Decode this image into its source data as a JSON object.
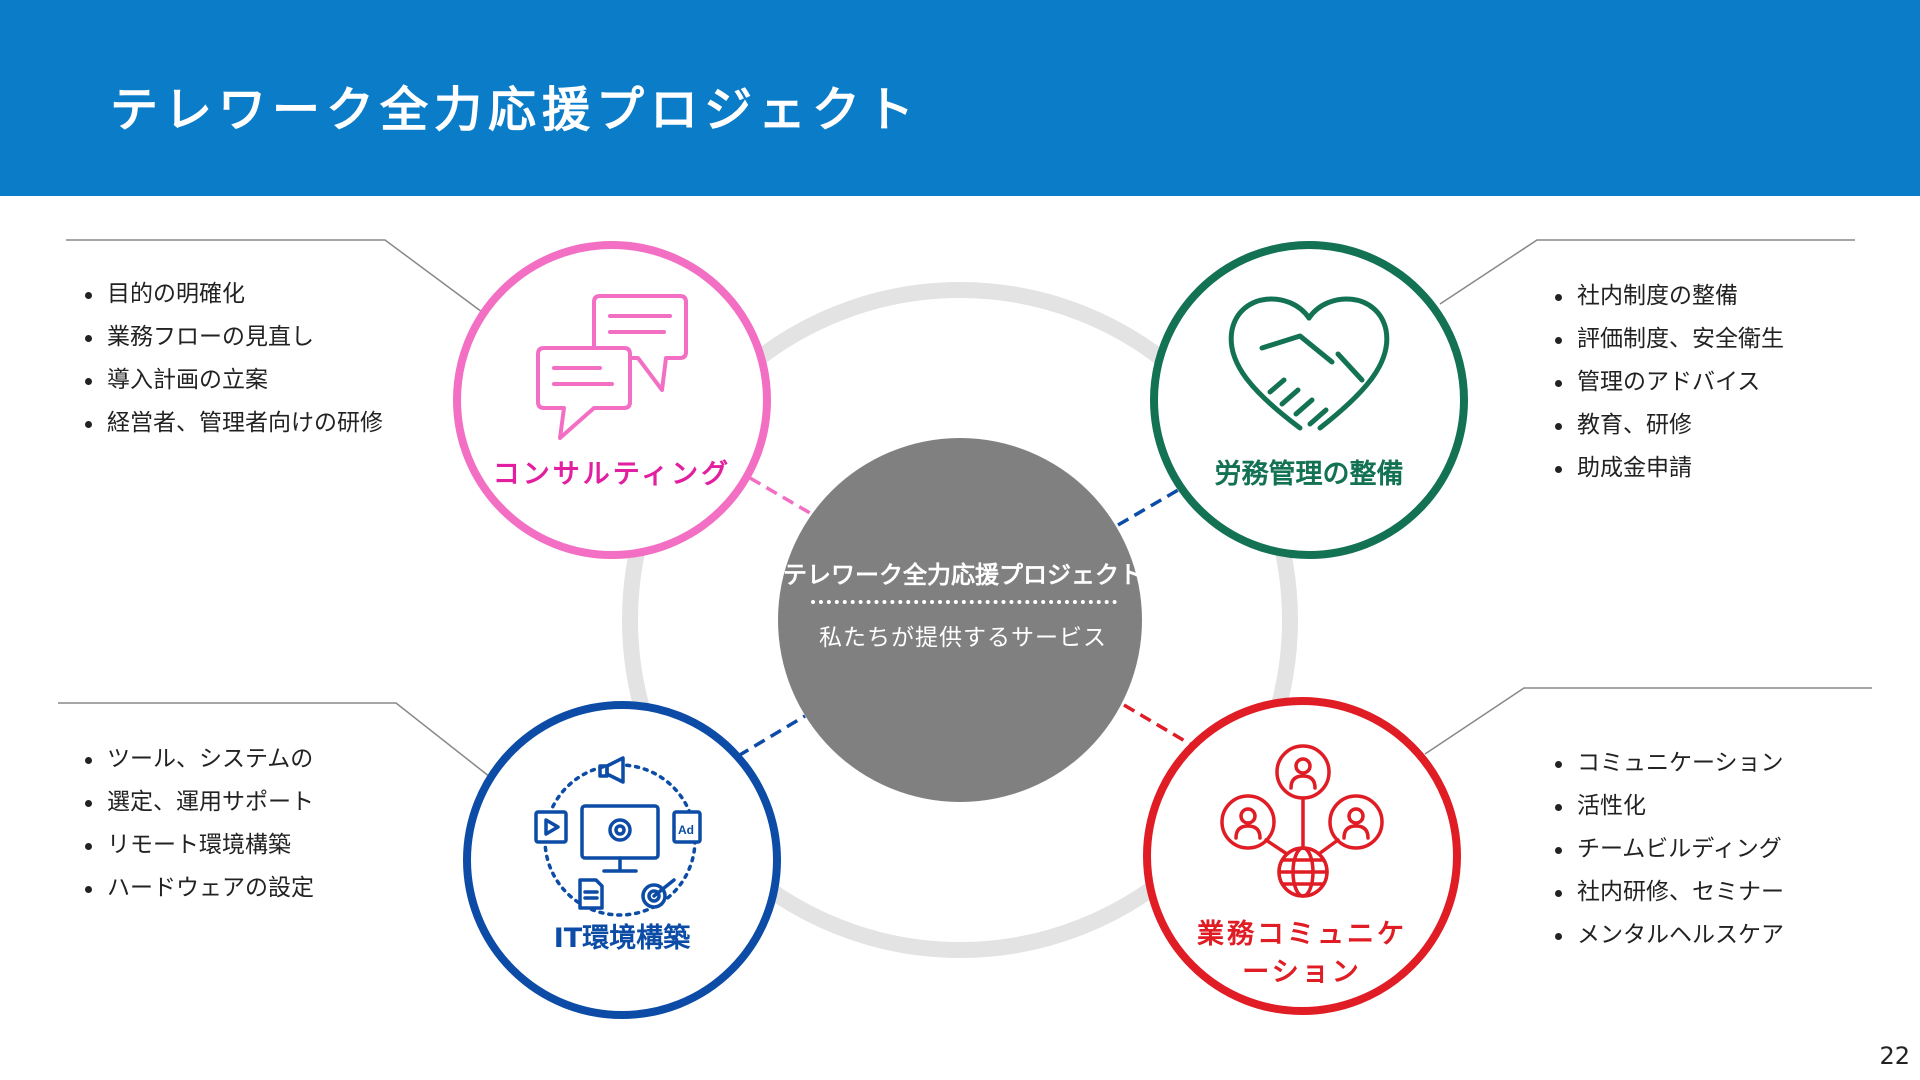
{
  "header": {
    "title": "テレワーク全力応援プロジェクト"
  },
  "center": {
    "title": "テレワーク全力応援プロジェクト",
    "subtitle": "私たちが提供するサービス"
  },
  "colors": {
    "header": "#0a7cc8",
    "consulting": "#f26fc4",
    "consulting_text": "#e21fa0",
    "labor": "#137253",
    "it": "#0c4ca6",
    "communication": "#e01c24",
    "center": "#808080",
    "ring": "#e3e3e3"
  },
  "services": {
    "consulting": {
      "label": "コンサルティング",
      "icon": "speech-bubbles-icon",
      "items": [
        "目的の明確化",
        "業務フローの見直し",
        "導入計画の立案",
        "経営者、管理者向けの研修"
      ]
    },
    "labor": {
      "label": "労務管理の整備",
      "icon": "heart-handshake-icon",
      "items": [
        "社内制度の整備",
        "評価制度、安全衛生",
        "管理のアドバイス",
        "教育、研修",
        "助成金申請"
      ]
    },
    "it": {
      "label": "IT環境構築",
      "icon": "it-network-icon",
      "items": [
        "ツール、システムの",
        "選定、運用サポート",
        "リモート環境構築",
        "ハードウェアの設定"
      ]
    },
    "communication": {
      "label_line1": "業務コミュニケ",
      "label_line2": "ーション",
      "icon": "people-network-icon",
      "items": [
        "コミュニケーション",
        "活性化",
        "チームビルディング",
        "社内研修、セミナー",
        "メンタルヘルスケア"
      ]
    }
  },
  "page": {
    "number": "22"
  }
}
